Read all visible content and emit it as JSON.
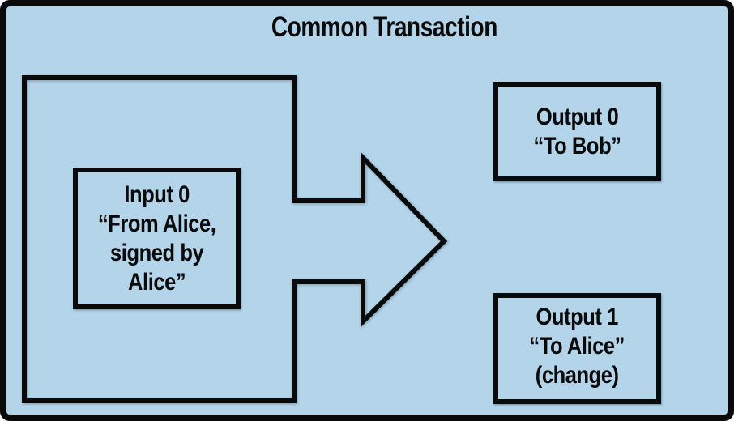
{
  "title": "Common Transaction",
  "colors": {
    "background": "#B3D4E9",
    "ink": "#0A0A0A"
  },
  "input_container": {
    "input_box": {
      "lines": [
        "Input 0",
        "“From Alice,",
        "signed by",
        "Alice”"
      ]
    }
  },
  "arrow": {
    "name": "right-block-arrow",
    "direction": "right"
  },
  "output_boxes": {
    "output0": {
      "lines": [
        "Output 0",
        "“To Bob”"
      ]
    },
    "output1": {
      "lines": [
        "Output 1",
        "“To Alice”",
        "(change)"
      ]
    }
  }
}
